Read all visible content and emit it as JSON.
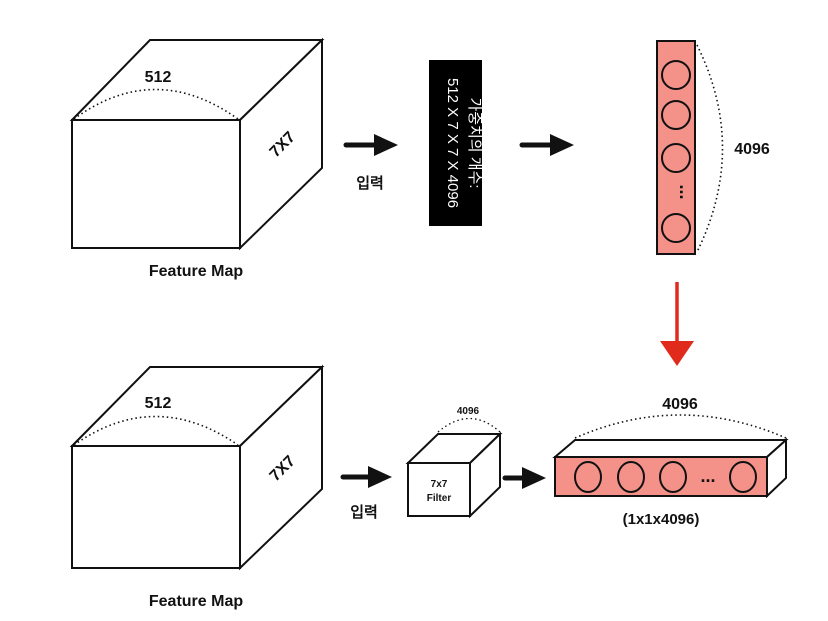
{
  "top": {
    "cube": {
      "width_label": "512",
      "depth_label": "7X7",
      "caption": "Feature Map"
    },
    "input_label": "입력",
    "weights_box": {
      "line1": "가중치의 개수:",
      "line2": "512 X 7 X 7 X 4096"
    },
    "neuron_count": "4096",
    "ellipsis": "..."
  },
  "bottom": {
    "cube": {
      "width_label": "512",
      "depth_label": "7X7",
      "caption": "Feature Map"
    },
    "input_label": "입력",
    "filter": {
      "depth_label": "4096",
      "line1": "7x7",
      "line2": "Filter"
    },
    "output": {
      "count": "4096",
      "ellipsis": "...",
      "shape": "(1x1x4096)"
    }
  },
  "colors": {
    "neuron_fill": "#f4928a",
    "transition_arrow": "#e02a1c",
    "weights_box_bg": "#000000",
    "weights_box_text": "#ffffff"
  }
}
